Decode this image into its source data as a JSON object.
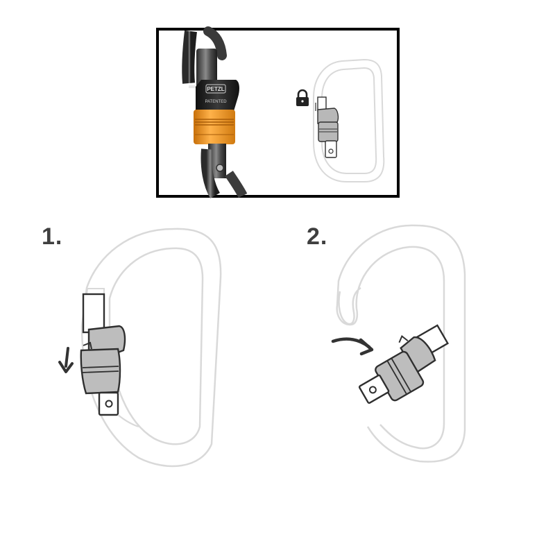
{
  "steps": [
    {
      "number_label": "1."
    },
    {
      "number_label": "2."
    }
  ],
  "photo": {
    "brand_logo_text": "PETZL",
    "stamp_text": "PATENTED"
  },
  "icons": {
    "lock": "lock-icon",
    "arrow_down": "arrow-down-icon",
    "arrow_curved": "curved-arrow-icon"
  },
  "colors": {
    "gate_orange": "#f29a1c",
    "frame_outline": "#d9d9d9",
    "lock_grey": "#b8b8b8",
    "stroke_dark": "#2f2f2f",
    "photo_border": "#000000"
  }
}
